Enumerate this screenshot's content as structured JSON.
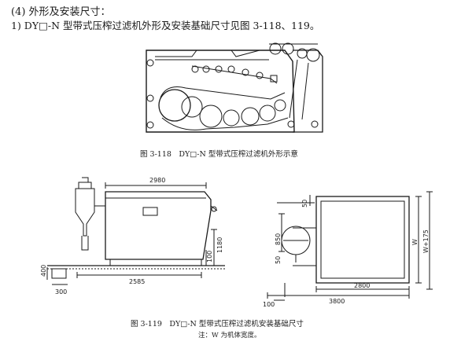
{
  "heading": "(4) 外形及安装尺寸：",
  "intro": "1) DY□-N 型带式压榨过滤机外形及安装基础尺寸见图 3-118、119。",
  "fig118_caption": "图 3-118　DY□-N 型带式压榨过滤机外形示意",
  "fig119_caption": "图 3-119　DY□-N 型带式压榨过滤机安装基础尺寸",
  "fig119_note": "注：W 为机体宽度。",
  "dims": {
    "top_length": "2980",
    "bottom_length": "2585",
    "dim_300": "300",
    "dim_400": "400",
    "dim_1180": "1180",
    "dim_100_side": "100",
    "plan_50_top": "50",
    "plan_850": "850",
    "plan_50_left": "50",
    "plan_w": "W",
    "plan_w175": "W+175",
    "plan_2800": "2800",
    "plan_3800": "3800",
    "plan_100": "100"
  }
}
